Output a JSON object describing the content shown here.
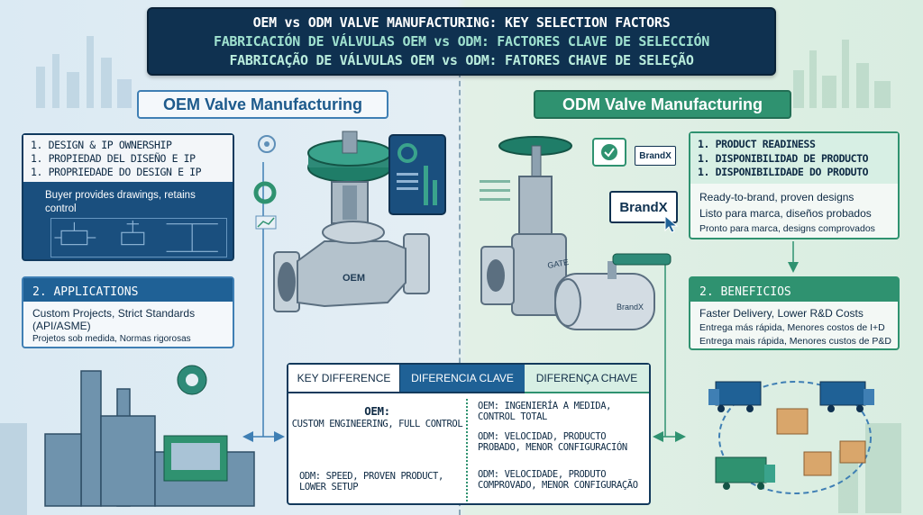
{
  "title": {
    "line1": "OEM vs ODM VALVE MANUFACTURING: KEY SELECTION FACTORS",
    "line2": "FABRICACIÓN DE VÁLVULAS OEM vs ODM: FACTORES CLAVE DE SELECCIÓN",
    "line3": "FABRICAÇÃO DE VÁLVULAS OEM vs ODM: FATORES CHAVE DE SELEÇÃO"
  },
  "oem": {
    "header": "OEM Valve Manufacturing",
    "design": {
      "line1": "1. DESIGN & IP OWNERSHIP",
      "line2": "1. PROPIEDAD DEL DISEÑO E IP",
      "line3": "1. PROPRIEDADE DO DESIGN E IP",
      "desc": "Buyer provides drawings, retains control"
    },
    "applications": {
      "title": "2. APPLICATIONS",
      "line1": "Custom Projects, Strict Standards (API/ASME)",
      "line2": "Projetos sob medida, Normas rigorosas"
    },
    "valve_label": "OEM"
  },
  "odm": {
    "header": "ODM Valve Manufacturing",
    "readiness": {
      "line1": "1. PRODUCT READINESS",
      "line2": "1. DISPONIBILIDAD DE PRODUCTO",
      "line3": "1. DISPONIBILIDADE DO PRODUTO",
      "desc1": "Ready-to-brand, proven designs",
      "desc2": "Listo para marca, diseños probados",
      "desc3": "Pronto para marca, designs comprovados"
    },
    "benefits": {
      "title": "2. BENEFICIOS",
      "line1": "Faster Delivery, Lower R&D Costs",
      "line2": "Entrega más rápida, Menores costos de I+D",
      "line3": "Entrega mais rápida, Menores custos de P&D"
    },
    "brand_label": "BrandX",
    "gate_label": "GATE"
  },
  "key_difference": {
    "tab_en": "KEY DIFFERENCE",
    "tab_es": "DIFERENCIA CLAVE",
    "tab_pt": "DIFERENÇA CHAVE",
    "oem_heading": "OEM:",
    "oem_text": "CUSTOM ENGINEERING, FULL CONTROL",
    "odm_text": "ODM: SPEED, PROVEN PRODUCT, LOWER SETUP",
    "right1": "OEM: INGENIERÍA A MEDIDA, CONTROL TOTAL",
    "right2": "ODM: VELOCIDAD, PRODUCTO PROBADO, MENOR CONFIGURACIÓN",
    "right3": "ODM: VELOCIDADE, PRODUTO COMPROVADO, MENOR CONFIGURAÇÃO"
  },
  "colors": {
    "navy": "#0f3150",
    "oem_blue": "#1f6196",
    "odm_green": "#2f9270",
    "valve_green": "#2e8a78"
  }
}
